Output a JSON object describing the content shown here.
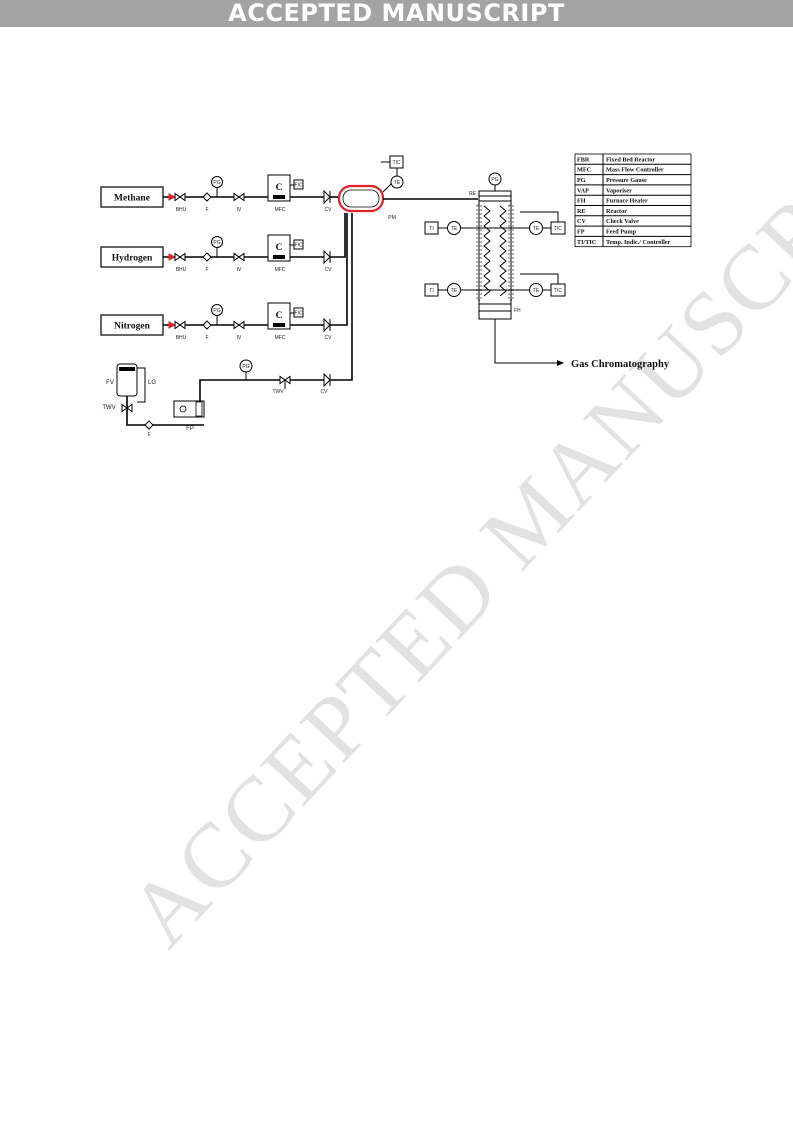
{
  "header": {
    "banner": "ACCEPTED MANUSCRIPT"
  },
  "watermark": "ACCEPTED MANUSCRIPT",
  "diagram": {
    "gases": [
      "Methane",
      "Hydrogen",
      "Nitrogen"
    ],
    "labels": {
      "bhu": "BHU",
      "f": "F",
      "iv": "IV",
      "mfc": "MFC",
      "cv": "CV",
      "pg": "PG",
      "fic": "FIC",
      "c": "C",
      "pm": "PM",
      "re": "RE",
      "fh": "FH",
      "ti": "TI",
      "te": "TE",
      "tic": "TIC",
      "fv": "FV",
      "lg": "LG",
      "twv": "TWV",
      "fp": "FP"
    },
    "output": "Gas Chromatography",
    "legend": [
      {
        "abbr": "FBR",
        "desc": "Fixed Bed Reactor"
      },
      {
        "abbr": "MFC",
        "desc": "Mass Flow Controller"
      },
      {
        "abbr": "PG",
        "desc": "Pressure Gause"
      },
      {
        "abbr": "VAP",
        "desc": "Vaporiser"
      },
      {
        "abbr": "FH",
        "desc": "Furnace Heater"
      },
      {
        "abbr": "RE",
        "desc": "Reactor"
      },
      {
        "abbr": "CV",
        "desc": "Check Valve"
      },
      {
        "abbr": "FP",
        "desc": "Feed Pump"
      },
      {
        "abbr": "TI/TIC",
        "desc": "Temp. Indic./ Controller"
      }
    ],
    "colors": {
      "mixer_highlight": "#e0202a"
    }
  }
}
